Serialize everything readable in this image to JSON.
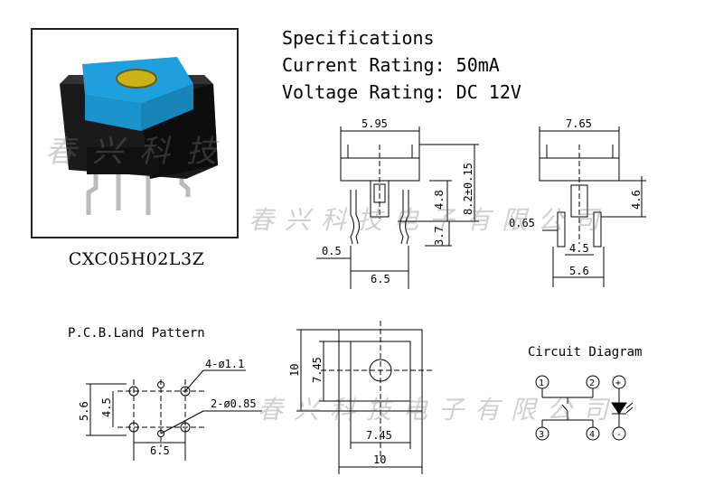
{
  "specs": {
    "title": "Specifications",
    "current": "Current Rating: 50mA",
    "voltage": "Voltage Rating: DC 12V"
  },
  "part_number": "CXC05H02L3Z",
  "colors": {
    "cap": "#1fa0dd",
    "led": "#c9b21a",
    "body": "#1a1a1a"
  },
  "watermark": {
    "photo": "春兴科技",
    "top": "春兴科技电子有限公司",
    "bottom": "春兴科技电子有限公司"
  },
  "side_view": {
    "top_width": "5.95",
    "height_total": "8.2±0.15",
    "stem": "4.8",
    "pin_len": "3.7",
    "pin_thick": "0.5",
    "pin_span": "6.5"
  },
  "front_view": {
    "top_width": "7.65",
    "height": "4.6",
    "pin_w": "0.65",
    "pin_gap": "4.5",
    "span": "5.6"
  },
  "pcb": {
    "title": "P.C.B.Land Pattern",
    "hole_large": "4-ø1.1",
    "hole_small": "2-ø0.85",
    "height_outer": "5.6",
    "height_inner": "4.5",
    "width": "6.5"
  },
  "top_view": {
    "outer_h": "10",
    "inner_h": "7.45",
    "inner_w": "7.45",
    "outer_w": "10"
  },
  "circuit": {
    "title": "Circuit Diagram",
    "pins": [
      "1",
      "2",
      "3",
      "4"
    ],
    "led_plus": "+",
    "led_minus": "-"
  }
}
